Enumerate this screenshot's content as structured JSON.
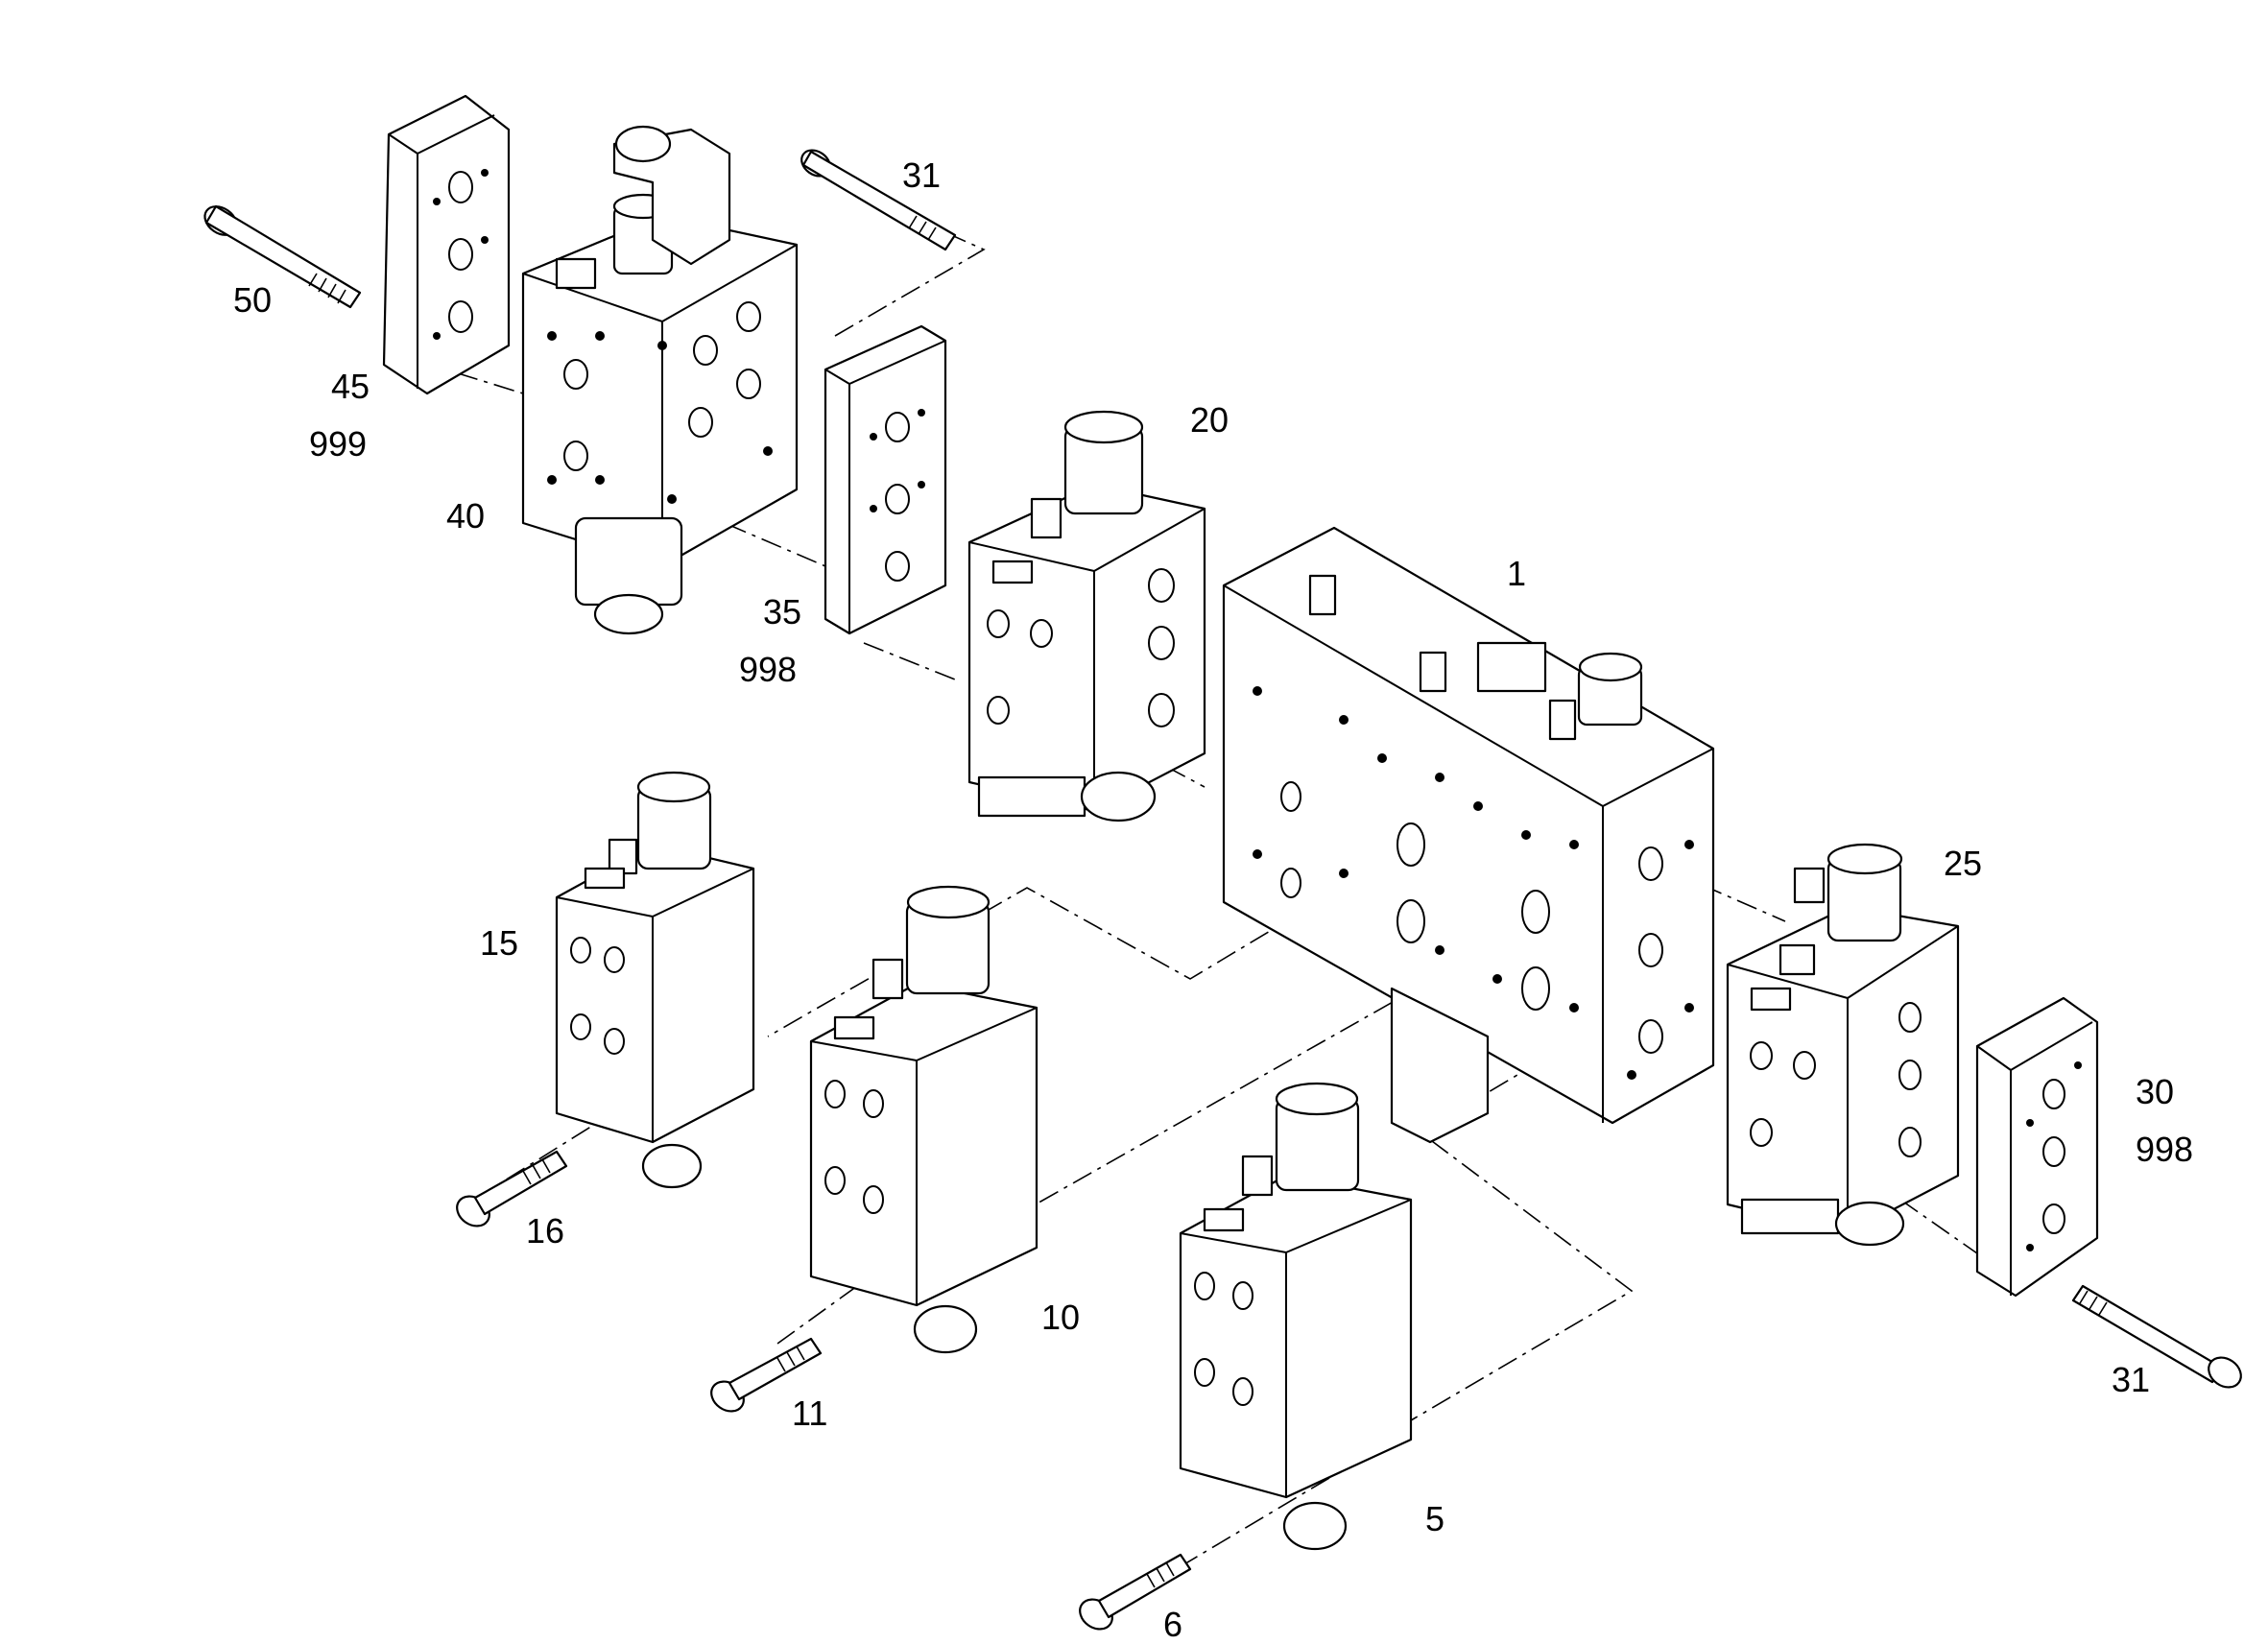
{
  "callouts": [
    {
      "id": "1",
      "text": "1"
    },
    {
      "id": "5",
      "text": "5"
    },
    {
      "id": "6",
      "text": "6"
    },
    {
      "id": "10",
      "text": "10"
    },
    {
      "id": "11",
      "text": "11"
    },
    {
      "id": "15",
      "text": "15"
    },
    {
      "id": "16",
      "text": "16"
    },
    {
      "id": "20",
      "text": "20"
    },
    {
      "id": "25",
      "text": "25"
    },
    {
      "id": "30",
      "text": "30"
    },
    {
      "id": "998a",
      "text": "998"
    },
    {
      "id": "31a",
      "text": "31"
    },
    {
      "id": "31b",
      "text": "31"
    },
    {
      "id": "35",
      "text": "35"
    },
    {
      "id": "998b",
      "text": "998"
    },
    {
      "id": "40",
      "text": "40"
    },
    {
      "id": "45",
      "text": "45"
    },
    {
      "id": "999",
      "text": "999"
    },
    {
      "id": "50",
      "text": "50"
    }
  ]
}
